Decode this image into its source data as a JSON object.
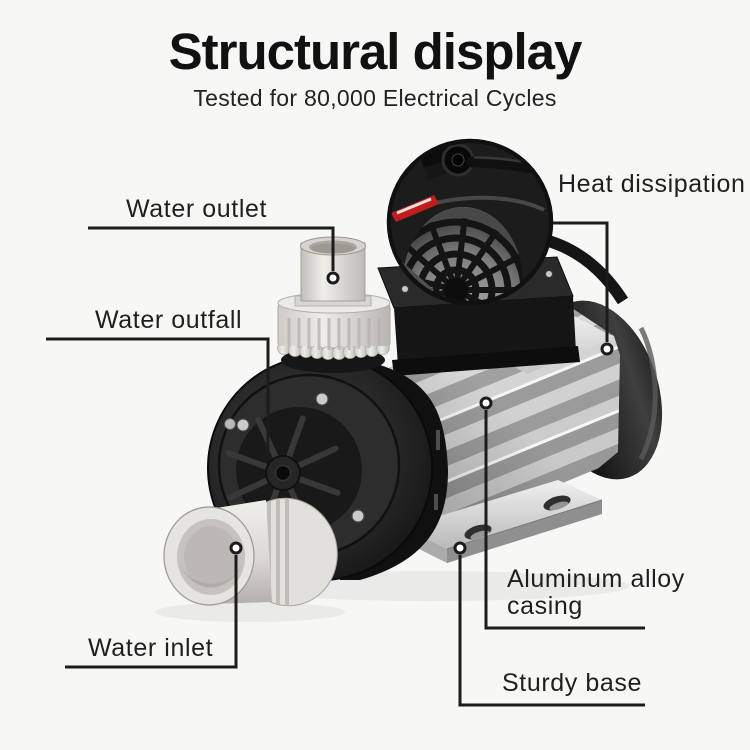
{
  "header": {
    "title": "Structural display",
    "subtitle": "Tested for 80,000 Electrical Cycles"
  },
  "labels": {
    "water_outlet": "Water outlet",
    "water_outfall": "Water outfall",
    "heat_dissipation": "Heat dissipation",
    "water_inlet": "Water inlet",
    "aluminum_alloy_line1": "Aluminum alloy",
    "aluminum_alloy_line2": "casing",
    "sturdy_base": "Sturdy base"
  },
  "colors": {
    "background": "#f7f7f5",
    "text": "#1f1f1f",
    "leader_line": "#1c1c1c",
    "pump_black": "#1a1a1a",
    "fitting_white": "#e6e4e0",
    "aluminum": "#d4d4d4",
    "accent_red": "#c21d1d"
  }
}
